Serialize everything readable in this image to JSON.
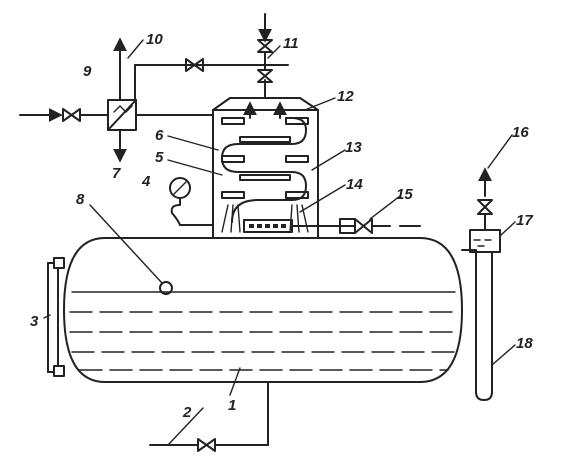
{
  "diagram": {
    "labels": {
      "n1": "1",
      "n2": "2",
      "n3": "3",
      "n4": "4",
      "n5": "5",
      "n6": "6",
      "n7": "7",
      "n8": "8",
      "n9": "9",
      "n10": "10",
      "n11": "11",
      "n12": "12",
      "n13": "13",
      "n14": "14",
      "n15": "15",
      "n16": "16",
      "n17": "17",
      "n18": "18"
    },
    "colors": {
      "ink": "#222222",
      "paper": "#ffffff"
    }
  }
}
